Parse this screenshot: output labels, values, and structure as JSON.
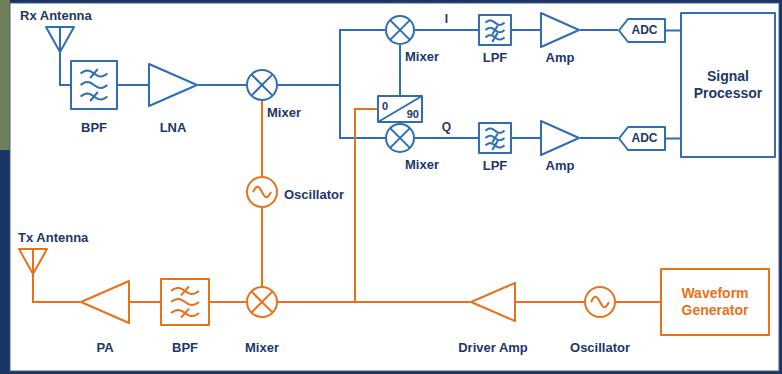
{
  "diagram": {
    "nodes": [
      {
        "text": [
          "Rx Antenna"
        ]
      },
      {
        "text": [
          "BPF"
        ]
      },
      {
        "text": [
          "LNA"
        ]
      },
      {
        "text": [
          "Mixer"
        ]
      },
      {
        "text": [
          "Mixer"
        ]
      },
      {
        "text": [
          "LPF"
        ]
      },
      {
        "text": [
          "Amp"
        ]
      },
      {
        "text": [
          "ADC"
        ]
      },
      {
        "text": [
          "Signal Processor"
        ]
      },
      {
        "text": [
          "0",
          "90"
        ]
      },
      {
        "text": [
          "Mixer"
        ]
      },
      {
        "text": [
          "LPF"
        ]
      },
      {
        "text": [
          "Amp"
        ]
      },
      {
        "text": [
          "ADC"
        ]
      },
      {
        "text": [
          "Oscillator"
        ]
      },
      {
        "text": [
          "Tx Antenna"
        ]
      },
      {
        "text": [
          "PA"
        ]
      },
      {
        "text": [
          "BPF"
        ]
      },
      {
        "text": [
          "Mixer"
        ]
      },
      {
        "text": [
          "Driver Amp"
        ]
      },
      {
        "text": [
          "Oscillator"
        ]
      },
      {
        "text": [
          "Waveform Generator"
        ]
      }
    ],
    "edges": [
      {
        "from": 0,
        "to": 1,
        "arrow": "none"
      },
      {
        "from": 1,
        "to": 2,
        "arrow": "none"
      },
      {
        "from": 2,
        "to": 3,
        "arrow": "none"
      },
      {
        "from": 3,
        "to": 4,
        "arrow": "none"
      },
      {
        "from": 3,
        "to": 10,
        "arrow": "none"
      },
      {
        "from": 4,
        "to": 5,
        "label": "I",
        "arrow": "none"
      },
      {
        "from": 5,
        "to": 6,
        "arrow": "none"
      },
      {
        "from": 6,
        "to": 7,
        "arrow": "none"
      },
      {
        "from": 7,
        "to": 8,
        "arrow": "none"
      },
      {
        "from": 10,
        "to": 11,
        "label": "Q",
        "arrow": "none"
      },
      {
        "from": 11,
        "to": 12,
        "arrow": "none"
      },
      {
        "from": 12,
        "to": 13,
        "arrow": "none"
      },
      {
        "from": 13,
        "to": 8,
        "arrow": "none"
      },
      {
        "from": 9,
        "to": 4,
        "arrow": "none"
      },
      {
        "from": 9,
        "to": 10,
        "arrow": "none"
      },
      {
        "from": 14,
        "to": 3,
        "arrow": "none"
      },
      {
        "from": 14,
        "to": 18,
        "arrow": "none"
      },
      {
        "from": 21,
        "to": 20,
        "arrow": "none"
      },
      {
        "from": 20,
        "to": 19,
        "arrow": "none"
      },
      {
        "from": 19,
        "to": 18,
        "arrow": "none"
      },
      {
        "from": 19,
        "to": 9,
        "arrow": "none"
      },
      {
        "from": 18,
        "to": 17,
        "arrow": "none"
      },
      {
        "from": 17,
        "to": 16,
        "arrow": "none"
      },
      {
        "from": 16,
        "to": 15,
        "arrow": "none"
      }
    ]
  }
}
